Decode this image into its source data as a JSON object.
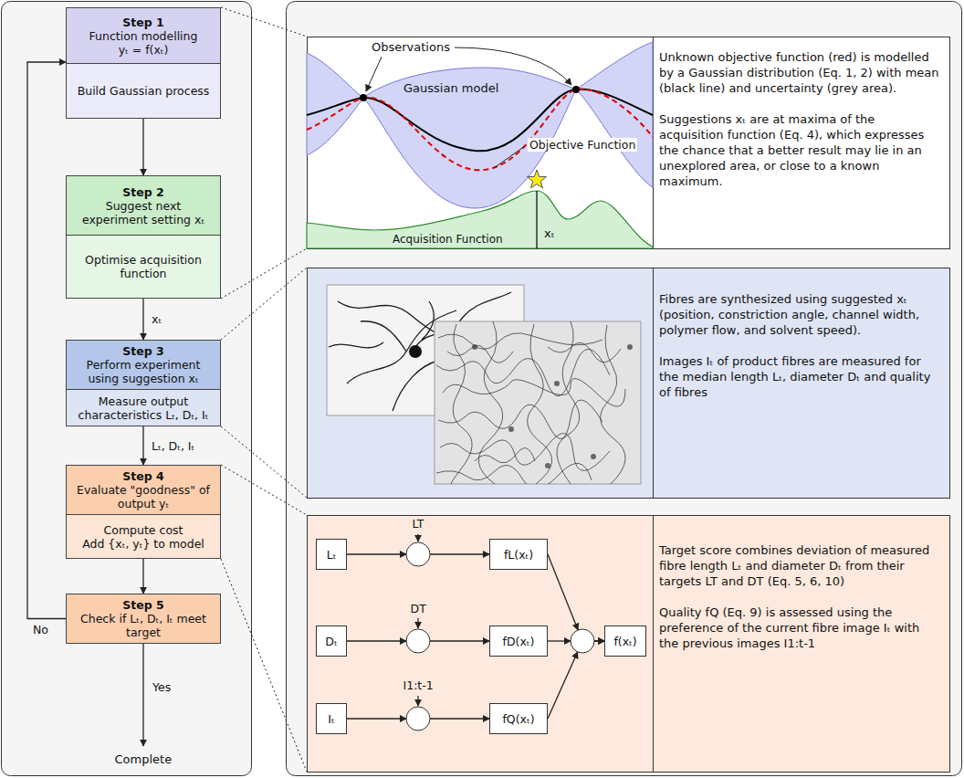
{
  "diagram": {
    "nodes": [
      {
        "text": [
          "Step 1",
          "Function modelling",
          "yₜ = f(xₜ)",
          "Build Gaussian process"
        ]
      },
      {
        "text": [
          "Step 2",
          "Suggest next experiment setting xₜ",
          "Optimise acquisition function"
        ]
      },
      {
        "text": [
          "Step 3",
          "Perform experiment using suggestion xₜ",
          "Measure output characteristics Lₜ, Dₜ, Iₜ"
        ]
      },
      {
        "text": [
          "Step 4",
          "Evaluate \"goodness\" of output yₜ",
          "Compute cost",
          "Add {xₜ, yₜ} to model"
        ]
      },
      {
        "text": [
          "Step 5",
          "Check if Lₜ, Dₜ, Iₜ meet target"
        ]
      },
      {
        "text": [
          "Unknown objective function (red) is modelled by a Gaussian distribution (Eq. 1, 2) with mean (black line) and uncertainty (grey area).",
          "Suggestions xₜ are at maxima of the acquisition function (Eq. 4), which expresses the chance that a better result may lie in an unexplored area, or close to a known maximum."
        ]
      },
      {
        "text": [
          "Fibres are synthesized using suggested xₜ (position, constriction angle, channel width, polymer flow, and solvent speed).",
          "Images Iₜ of product fibres are measured for the median length Lₜ, diameter Dₜ and quality of fibres"
        ]
      },
      {
        "text": [
          "Target score combines deviation of measured fibre length Lₜ and diameter Dₜ from their targets LT and DT (Eq. 5, 6, 10)",
          "Quality fQ (Eq. 9) is assessed using the preference of the current fibre image Iₜ with the previous images I1:t-1"
        ]
      },
      {
        "text": [
          "Lₜ"
        ],
        "in": 7
      },
      {
        "text": [
          "Dₜ"
        ],
        "in": 7
      },
      {
        "text": [
          "Iₜ"
        ],
        "in": 7
      },
      {
        "text": [
          "fL(xₜ)"
        ],
        "in": 7
      },
      {
        "text": [
          "fD(xₜ)"
        ],
        "in": 7
      },
      {
        "text": [
          "fQ(xₜ)"
        ],
        "in": 7
      },
      {
        "text": [
          "f(xₜ)"
        ],
        "in": 7
      }
    ],
    "edges": [
      {
        "from": 0,
        "to": 1,
        "arrow": "to"
      },
      {
        "from": 1,
        "to": 2,
        "arrow": "to",
        "label": "xₜ"
      },
      {
        "from": 2,
        "to": 3,
        "arrow": "to",
        "label": "Lₜ, Dₜ, Iₜ"
      },
      {
        "from": 3,
        "to": 4,
        "arrow": "to"
      },
      {
        "from": 4,
        "to": 0,
        "arrow": "to",
        "label": "No"
      },
      {
        "from": 0,
        "to": 5,
        "arrow": "none"
      },
      {
        "from": 1,
        "to": 5,
        "arrow": "none"
      },
      {
        "from": 2,
        "to": 6,
        "arrow": "none"
      },
      {
        "from": 2,
        "to": 6,
        "arrow": "none"
      },
      {
        "from": 3,
        "to": 7,
        "arrow": "none"
      },
      {
        "from": 3,
        "to": 7,
        "arrow": "none"
      },
      {
        "from": 8,
        "to": 11,
        "arrow": "to"
      },
      {
        "from": 9,
        "to": 12,
        "arrow": "to"
      },
      {
        "from": 10,
        "to": 13,
        "arrow": "to"
      },
      {
        "from": 11,
        "to": 14,
        "arrow": "to"
      },
      {
        "from": 12,
        "to": 14,
        "arrow": "to"
      },
      {
        "from": 13,
        "to": 14,
        "arrow": "to"
      }
    ],
    "labels": [
      "Observations",
      "Gaussian model",
      "Objective Function",
      "Acquisition Function",
      "xₜ",
      "LT",
      "DT",
      "I1:t-1",
      "Yes",
      "Complete"
    ]
  }
}
